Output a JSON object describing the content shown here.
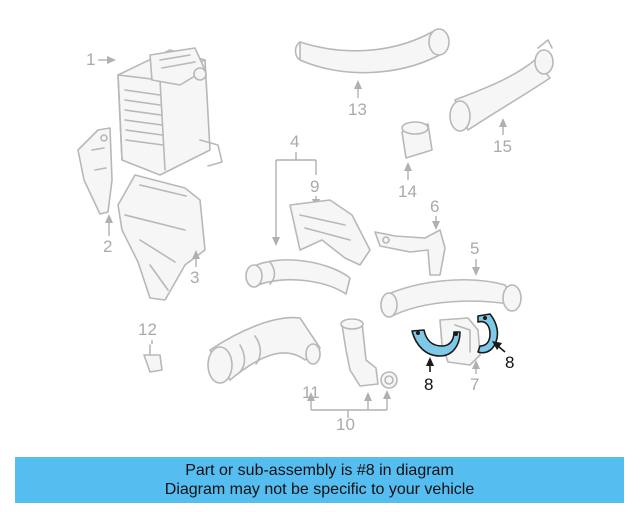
{
  "callouts": {
    "c1": "1",
    "c2": "2",
    "c3": "3",
    "c4": "4",
    "c5": "5",
    "c6": "6",
    "c7": "7",
    "c8a": "8",
    "c8b": "8",
    "c9": "9",
    "c10": "10",
    "c11": "11",
    "c12": "12",
    "c13": "13",
    "c14": "14",
    "c15": "15"
  },
  "highlight": {
    "part_number": "8",
    "color": "#7ec8e8"
  },
  "footer": {
    "line1": "Part or sub-assembly is #8 in diagram",
    "line2": "Diagram may not be specific to your vehicle",
    "background": "#55bdf0"
  }
}
